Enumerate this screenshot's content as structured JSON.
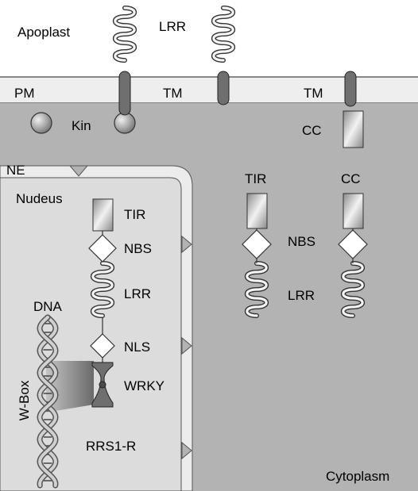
{
  "labels": {
    "apoplast": "Apoplast",
    "pm": "PM",
    "cytoplasm": "Cytoplasm",
    "ne": "NE",
    "nucleus": "Nudeus",
    "dna": "DNA",
    "wbox": "W-Box",
    "lrr_top": "LRR",
    "tm1": "TM",
    "tm2": "TM",
    "kin": "Kin",
    "cc_membrane": "CC",
    "tir_nuclear": "TIR",
    "nbs_nuclear": "NBS",
    "lrr_nuclear": "LRR",
    "nls": "NLS",
    "wrky": "WRKY",
    "rrs1r": "RRS1-R",
    "tir_cyto": "TIR",
    "cc_cyto": "CC",
    "nbs_cyto": "NBS",
    "lrr_cyto": "LRR"
  },
  "colors": {
    "apoplast": "#ffffff",
    "membrane": "#eeeeee",
    "cytoplasm": "#b3b3b3",
    "nucleus": "#dcdcdc",
    "protein_dark": "#6f6f6f"
  }
}
